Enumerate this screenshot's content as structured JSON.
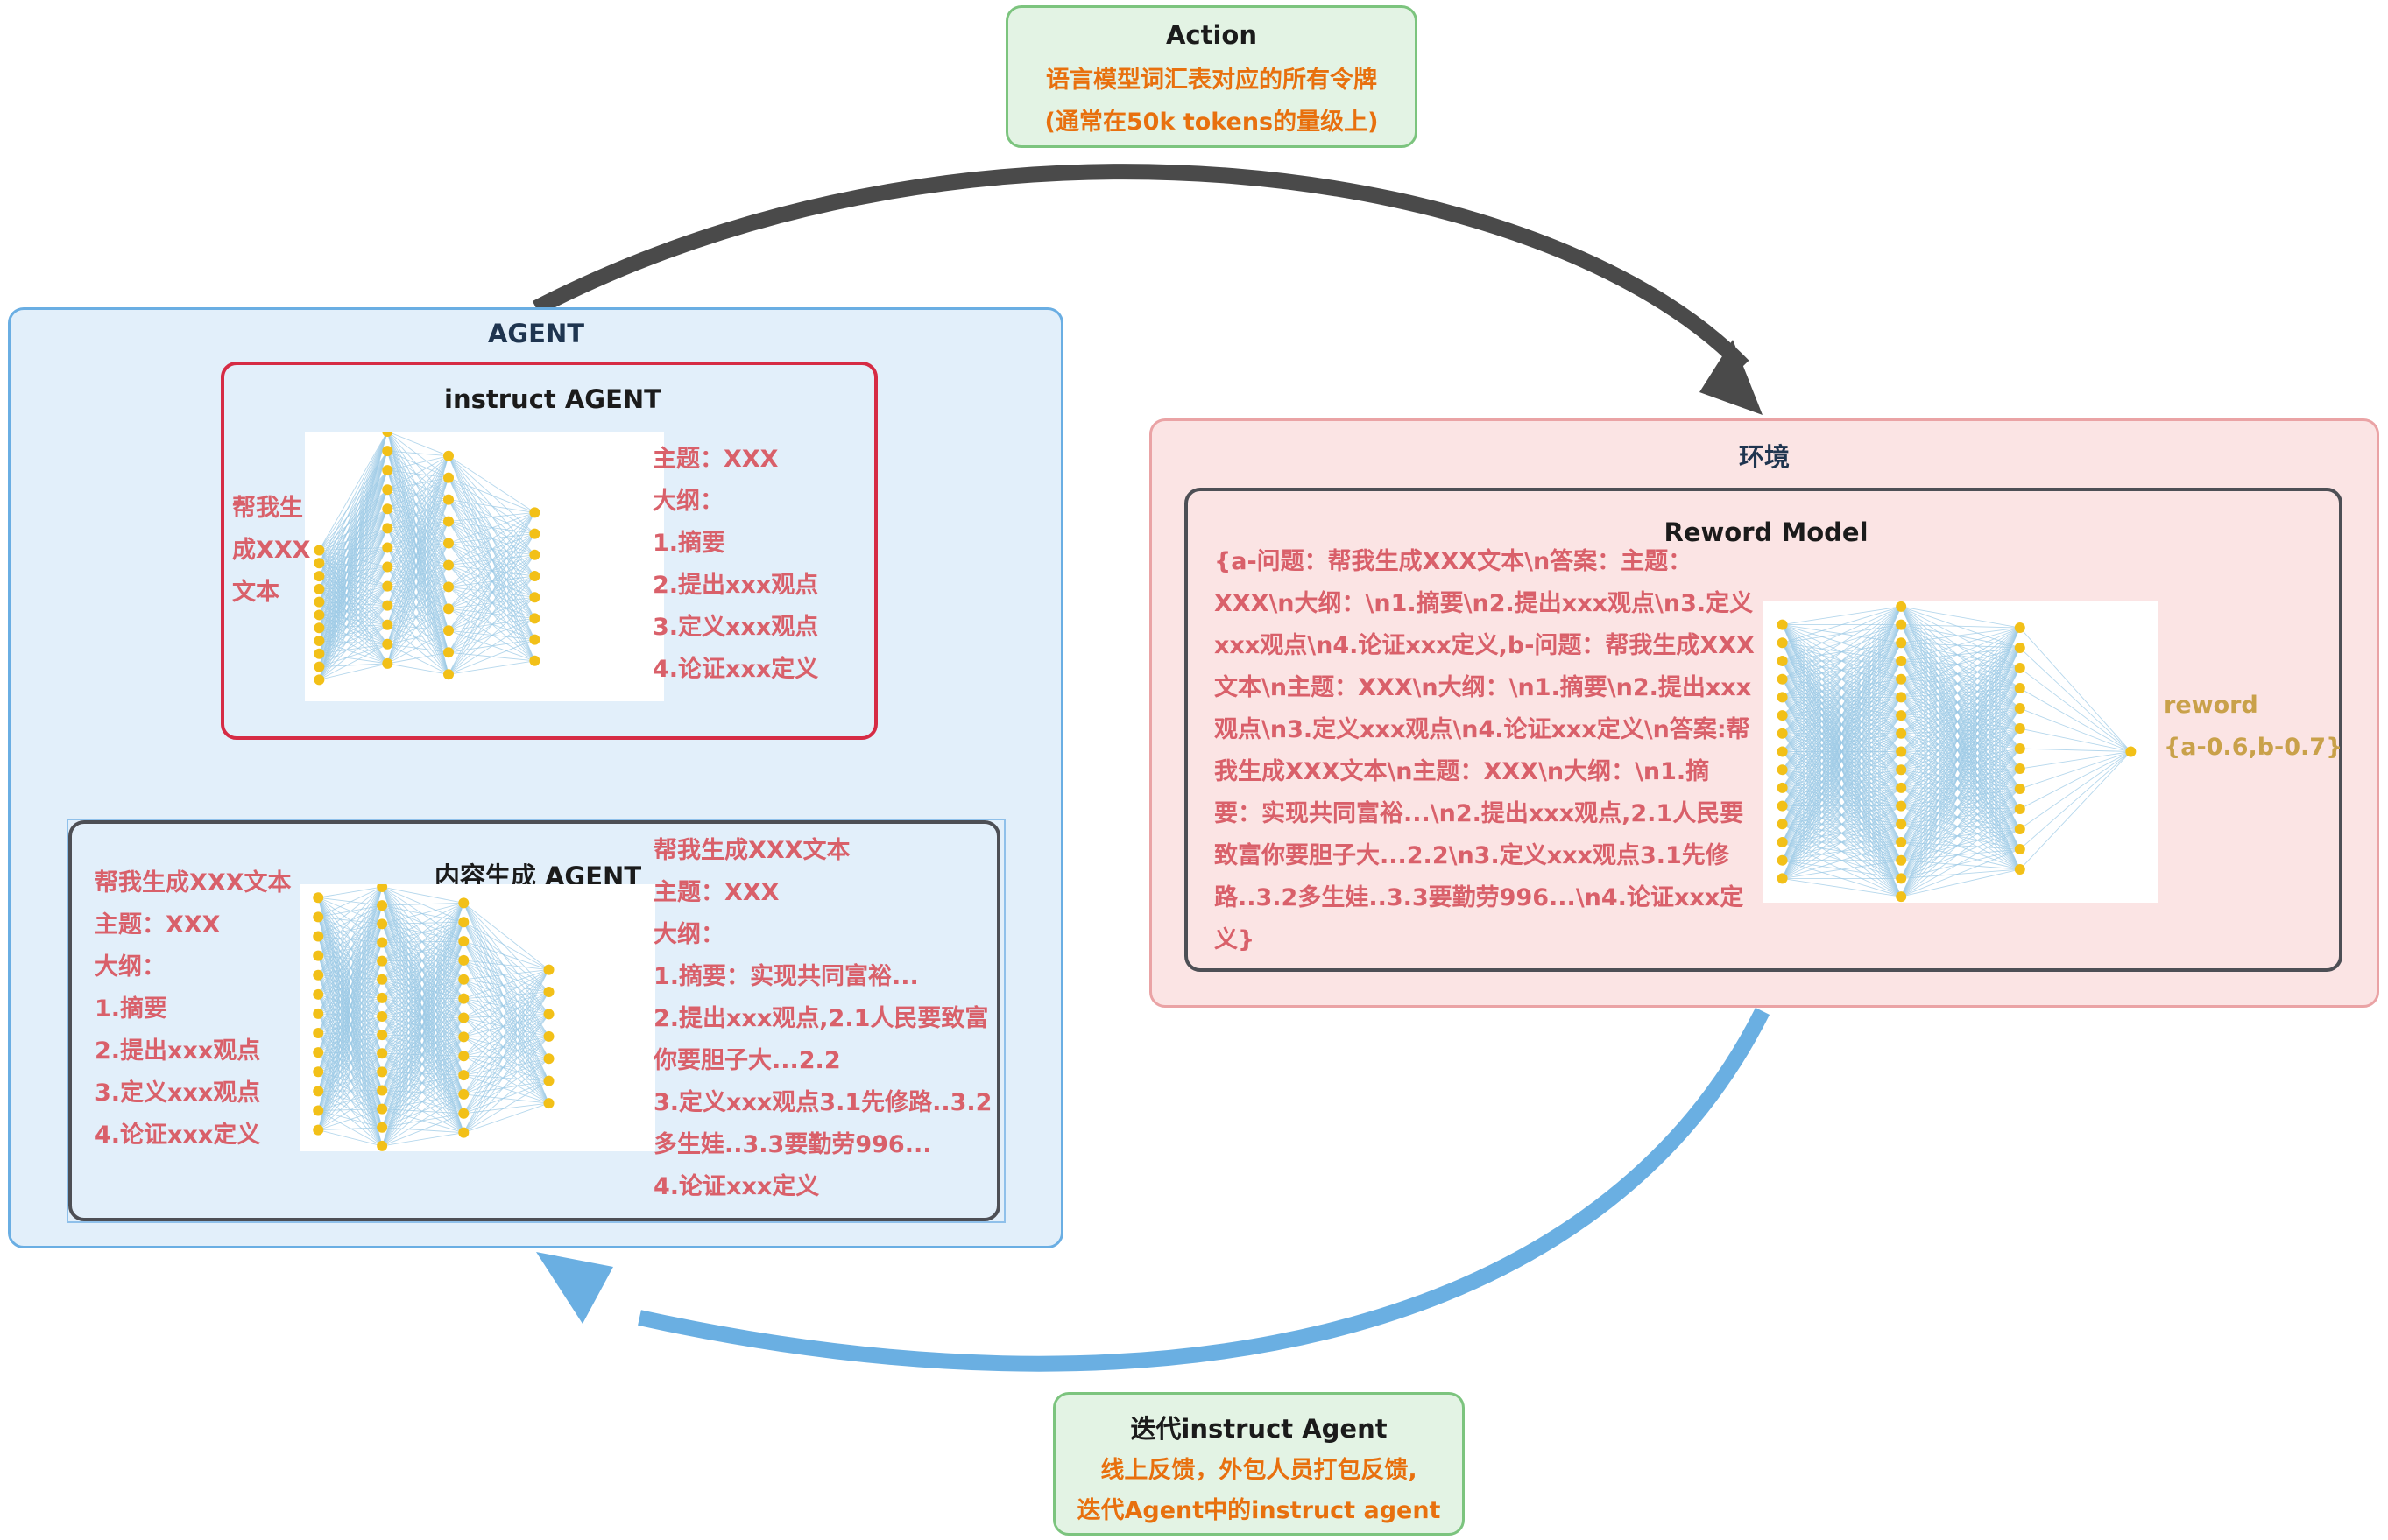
{
  "action": {
    "title": "Action",
    "line1": "语言模型词汇表对应的所有令牌",
    "line2": "(通常在50k tokens的量级上)"
  },
  "agent": {
    "title": "AGENT",
    "instruct": {
      "title": "instruct AGENT",
      "input_lines": [
        "帮我生",
        "成XXX",
        "文本"
      ],
      "output_lines": [
        "主题：XXX",
        "大纲：",
        "1.摘要",
        "2.提出xxx观点",
        "3.定义xxx观点",
        "4.论证xxx定义"
      ]
    },
    "content": {
      "title": "内容生成 AGENT",
      "input_lines": [
        "帮我生成XXX文本",
        "主题：XXX",
        "大纲：",
        "1.摘要",
        "2.提出xxx观点",
        "3.定义xxx观点",
        "4.论证xxx定义"
      ],
      "output_lines": [
        "帮我生成XXX文本",
        "主题：XXX",
        "大纲：",
        "1.摘要：实现共同富裕...",
        "2.提出xxx观点,2.1人民要致富",
        "你要胆子大...2.2",
        "3.定义xxx观点3.1先修路..3.2",
        "多生娃..3.3要勤劳996...",
        "4.论证xxx定义"
      ]
    }
  },
  "env": {
    "title": "环境",
    "reward_model": {
      "title": "Reword Model",
      "text_lines": [
        "{a-问题：帮我生成XXX文本\\n答案：主题：",
        "XXX\\n大纲：\\n1.摘要\\n2.提出xxx观点\\n3.定义",
        "xxx观点\\n4.论证xxx定义,b-问题：帮我生成XXX",
        "文本\\n主题：XXX\\n大纲：\\n1.摘要\\n2.提出xxx",
        "观点\\n3.定义xxx观点\\n4.论证xxx定义\\n答案:帮",
        "我生成XXX文本\\n主题：XXX\\n大纲：\\n1.摘",
        "要：实现共同富裕...\\n2.提出xxx观点,2.1人民要",
        "致富你要胆子大...2.2\\n3.定义xxx观点3.1先修",
        "路..3.2多生娃..3.3要勤劳996...\\n4.论证xxx定",
        "义}"
      ],
      "reward_label": "reword",
      "reward_value": "{a-0.6,b-0.7}"
    }
  },
  "iterate": {
    "title": "迭代instruct Agent",
    "line1": "线上反馈，外包人员打包反馈,",
    "line2": "迭代Agent中的instruct agent"
  },
  "colors": {
    "node": "#f2c018",
    "edge": "#9cc9e6",
    "arrow_top": "#4a4a4a",
    "arrow_bottom": "#6aafe2",
    "green_border": "#7cc47e",
    "green_fill": "#e3f3e4",
    "blue_border": "#6aaee3",
    "blue_fill": "#e2effa",
    "red_border": "#d62b44",
    "pink_border": "#eaa3a5",
    "pink_fill": "#fbe4e4",
    "dark_border": "#4d4f55"
  }
}
